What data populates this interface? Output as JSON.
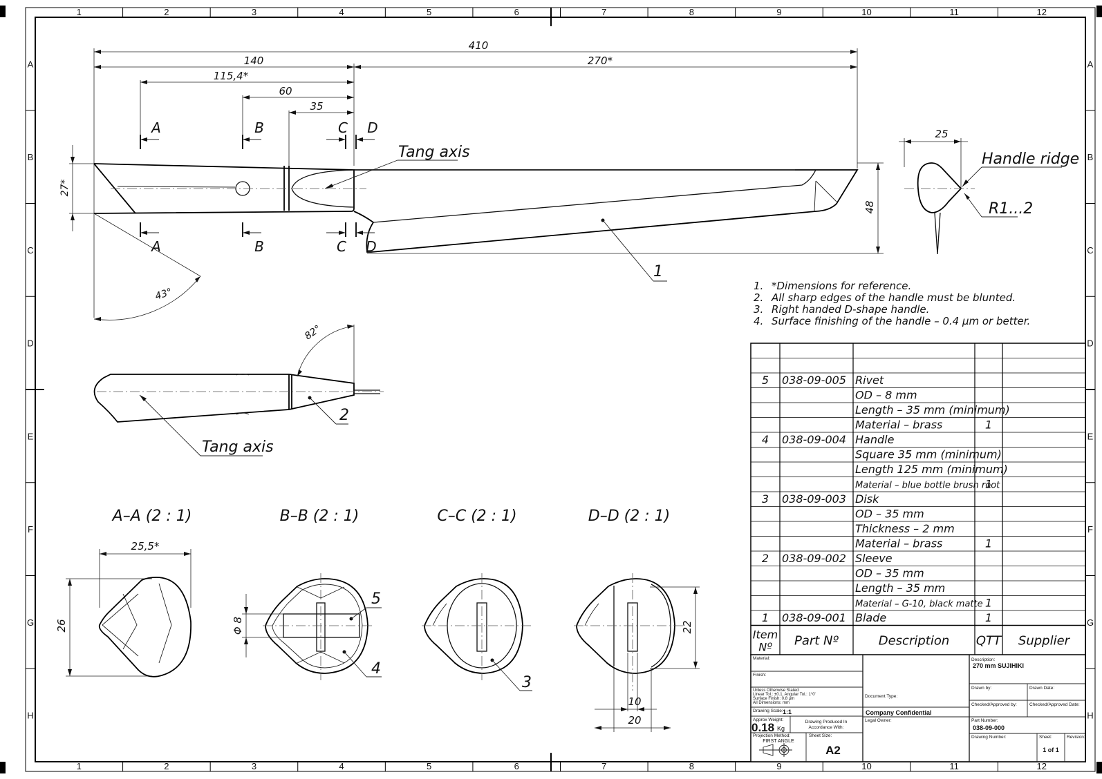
{
  "dimensions": {
    "total_length": "410",
    "handle_length": "140",
    "blade_length": "270*",
    "section_a_pos": "115,4*",
    "section_b_pos": "60",
    "section_c_pos": "35",
    "handle_height": "27*",
    "blade_height": "48",
    "angle_butt": "43°",
    "angle_ferrule": "82°",
    "ridge_width": "25",
    "ridge_radius": "R1...2",
    "aa_width": "25,5*",
    "aa_height": "26",
    "bb_pin_dia": "Φ 8",
    "dd_height": "22",
    "dd_slot": "10",
    "dd_width": "20"
  },
  "labels": {
    "tang_axis": "Tang axis",
    "handle_ridge": "Handle ridge",
    "sec_a": "A",
    "sec_b": "B",
    "sec_c": "C",
    "sec_d": "D",
    "view_aa": "A–A  (2 : 1)",
    "view_bb": "B–B  (2 : 1)",
    "view_cc": "C–C  (2 : 1)",
    "view_dd": "D–D  (2 : 1)",
    "callout_1": "1",
    "callout_2": "2",
    "callout_3": "3",
    "callout_4": "4",
    "callout_5": "5"
  },
  "notes": [
    {
      "num": "1.",
      "text": "*Dimensions for reference."
    },
    {
      "num": "2.",
      "text": "All sharp edges of the handle must be blunted."
    },
    {
      "num": "3.",
      "text": "Right handed D-shape handle."
    },
    {
      "num": "4.",
      "text": "Surface finishing of the handle – 0.4 µm or better."
    }
  ],
  "bom": {
    "headers": {
      "item": "Item Nº",
      "part": "Part Nº",
      "desc": "Description",
      "qty": "QTT",
      "supplier": "Supplier"
    },
    "rows": [
      {
        "item": "",
        "part": "",
        "desc": "",
        "qty": ""
      },
      {
        "item": "",
        "part": "",
        "desc": "",
        "qty": ""
      },
      {
        "item": "5",
        "part": "038-09-005",
        "desc": "Rivet",
        "qty": ""
      },
      {
        "item": "",
        "part": "",
        "desc": "OD – 8 mm",
        "qty": ""
      },
      {
        "item": "",
        "part": "",
        "desc": "Length – 35 mm (minimum)",
        "qty": ""
      },
      {
        "item": "",
        "part": "",
        "desc": "Material – brass",
        "qty": "1"
      },
      {
        "item": "4",
        "part": "038-09-004",
        "desc": "Handle",
        "qty": ""
      },
      {
        "item": "",
        "part": "",
        "desc": "Square 35 mm (minimum)",
        "qty": ""
      },
      {
        "item": "",
        "part": "",
        "desc": "Length 125 mm (minimum)",
        "qty": ""
      },
      {
        "item": "",
        "part": "",
        "desc": "Material – blue bottle brush root",
        "qty": "1"
      },
      {
        "item": "3",
        "part": "038-09-003",
        "desc": "Disk",
        "qty": ""
      },
      {
        "item": "",
        "part": "",
        "desc": "OD – 35 mm",
        "qty": ""
      },
      {
        "item": "",
        "part": "",
        "desc": "Thickness – 2 mm",
        "qty": ""
      },
      {
        "item": "",
        "part": "",
        "desc": "Material – brass",
        "qty": "1"
      },
      {
        "item": "2",
        "part": "038-09-002",
        "desc": "Sleeve",
        "qty": ""
      },
      {
        "item": "",
        "part": "",
        "desc": "OD – 35 mm",
        "qty": ""
      },
      {
        "item": "",
        "part": "",
        "desc": "Length – 35 mm",
        "qty": ""
      },
      {
        "item": "",
        "part": "",
        "desc": "Material – G-10, black matte",
        "qty": "1"
      },
      {
        "item": "1",
        "part": "038-09-001",
        "desc": "Blade",
        "qty": "1"
      }
    ]
  },
  "title_block": {
    "material_label": "Material:",
    "finish_label": "Finish:",
    "tol_line1": "Unless Otherwise Stated:",
    "tol_line2": "Linear Tol.: ±0.1, Angular Tol.: 1°0'",
    "tol_line3": "Surface Finish: 0.8 µm",
    "tol_line4": "All Dimensions: mm",
    "scale_label": "Drawing Scale:",
    "scale": "1:1",
    "weight_label": "Approx Weight:",
    "weight": "0.18",
    "weight_unit": "Kg",
    "accordance_1": "Drawing Produced In",
    "accordance_2": "Accordance With:",
    "projection_label": "Projection Method:",
    "projection": "FIRST ANGLE",
    "sheet_size_label": "Sheet Size:",
    "sheet_size": "A2",
    "doc_type_label": "Document Type:",
    "confidential": "Company Confidential",
    "legal_owner_label": "Legal Owner:",
    "description_label": "Description:",
    "description": "270 mm SUJIHIKI",
    "drawn_by_label": "Drawn by:",
    "drawn_date_label": "Drawn Date:",
    "checked_label": "Checked/Approved by:",
    "checked_date_label": "Checked/Approved Date:",
    "part_number_label": "Part Number:",
    "part_number": "038-09-000",
    "drawing_number_label": "Drawing Number:",
    "sheet_label": "Sheet:",
    "sheet": "1 of 1",
    "revision_label": "Revision:"
  },
  "grid": {
    "columns": [
      "1",
      "2",
      "3",
      "4",
      "5",
      "6",
      "7",
      "8",
      "9",
      "10",
      "11",
      "12"
    ],
    "rows": [
      "A",
      "B",
      "C",
      "D",
      "E",
      "F",
      "G",
      "H"
    ]
  }
}
